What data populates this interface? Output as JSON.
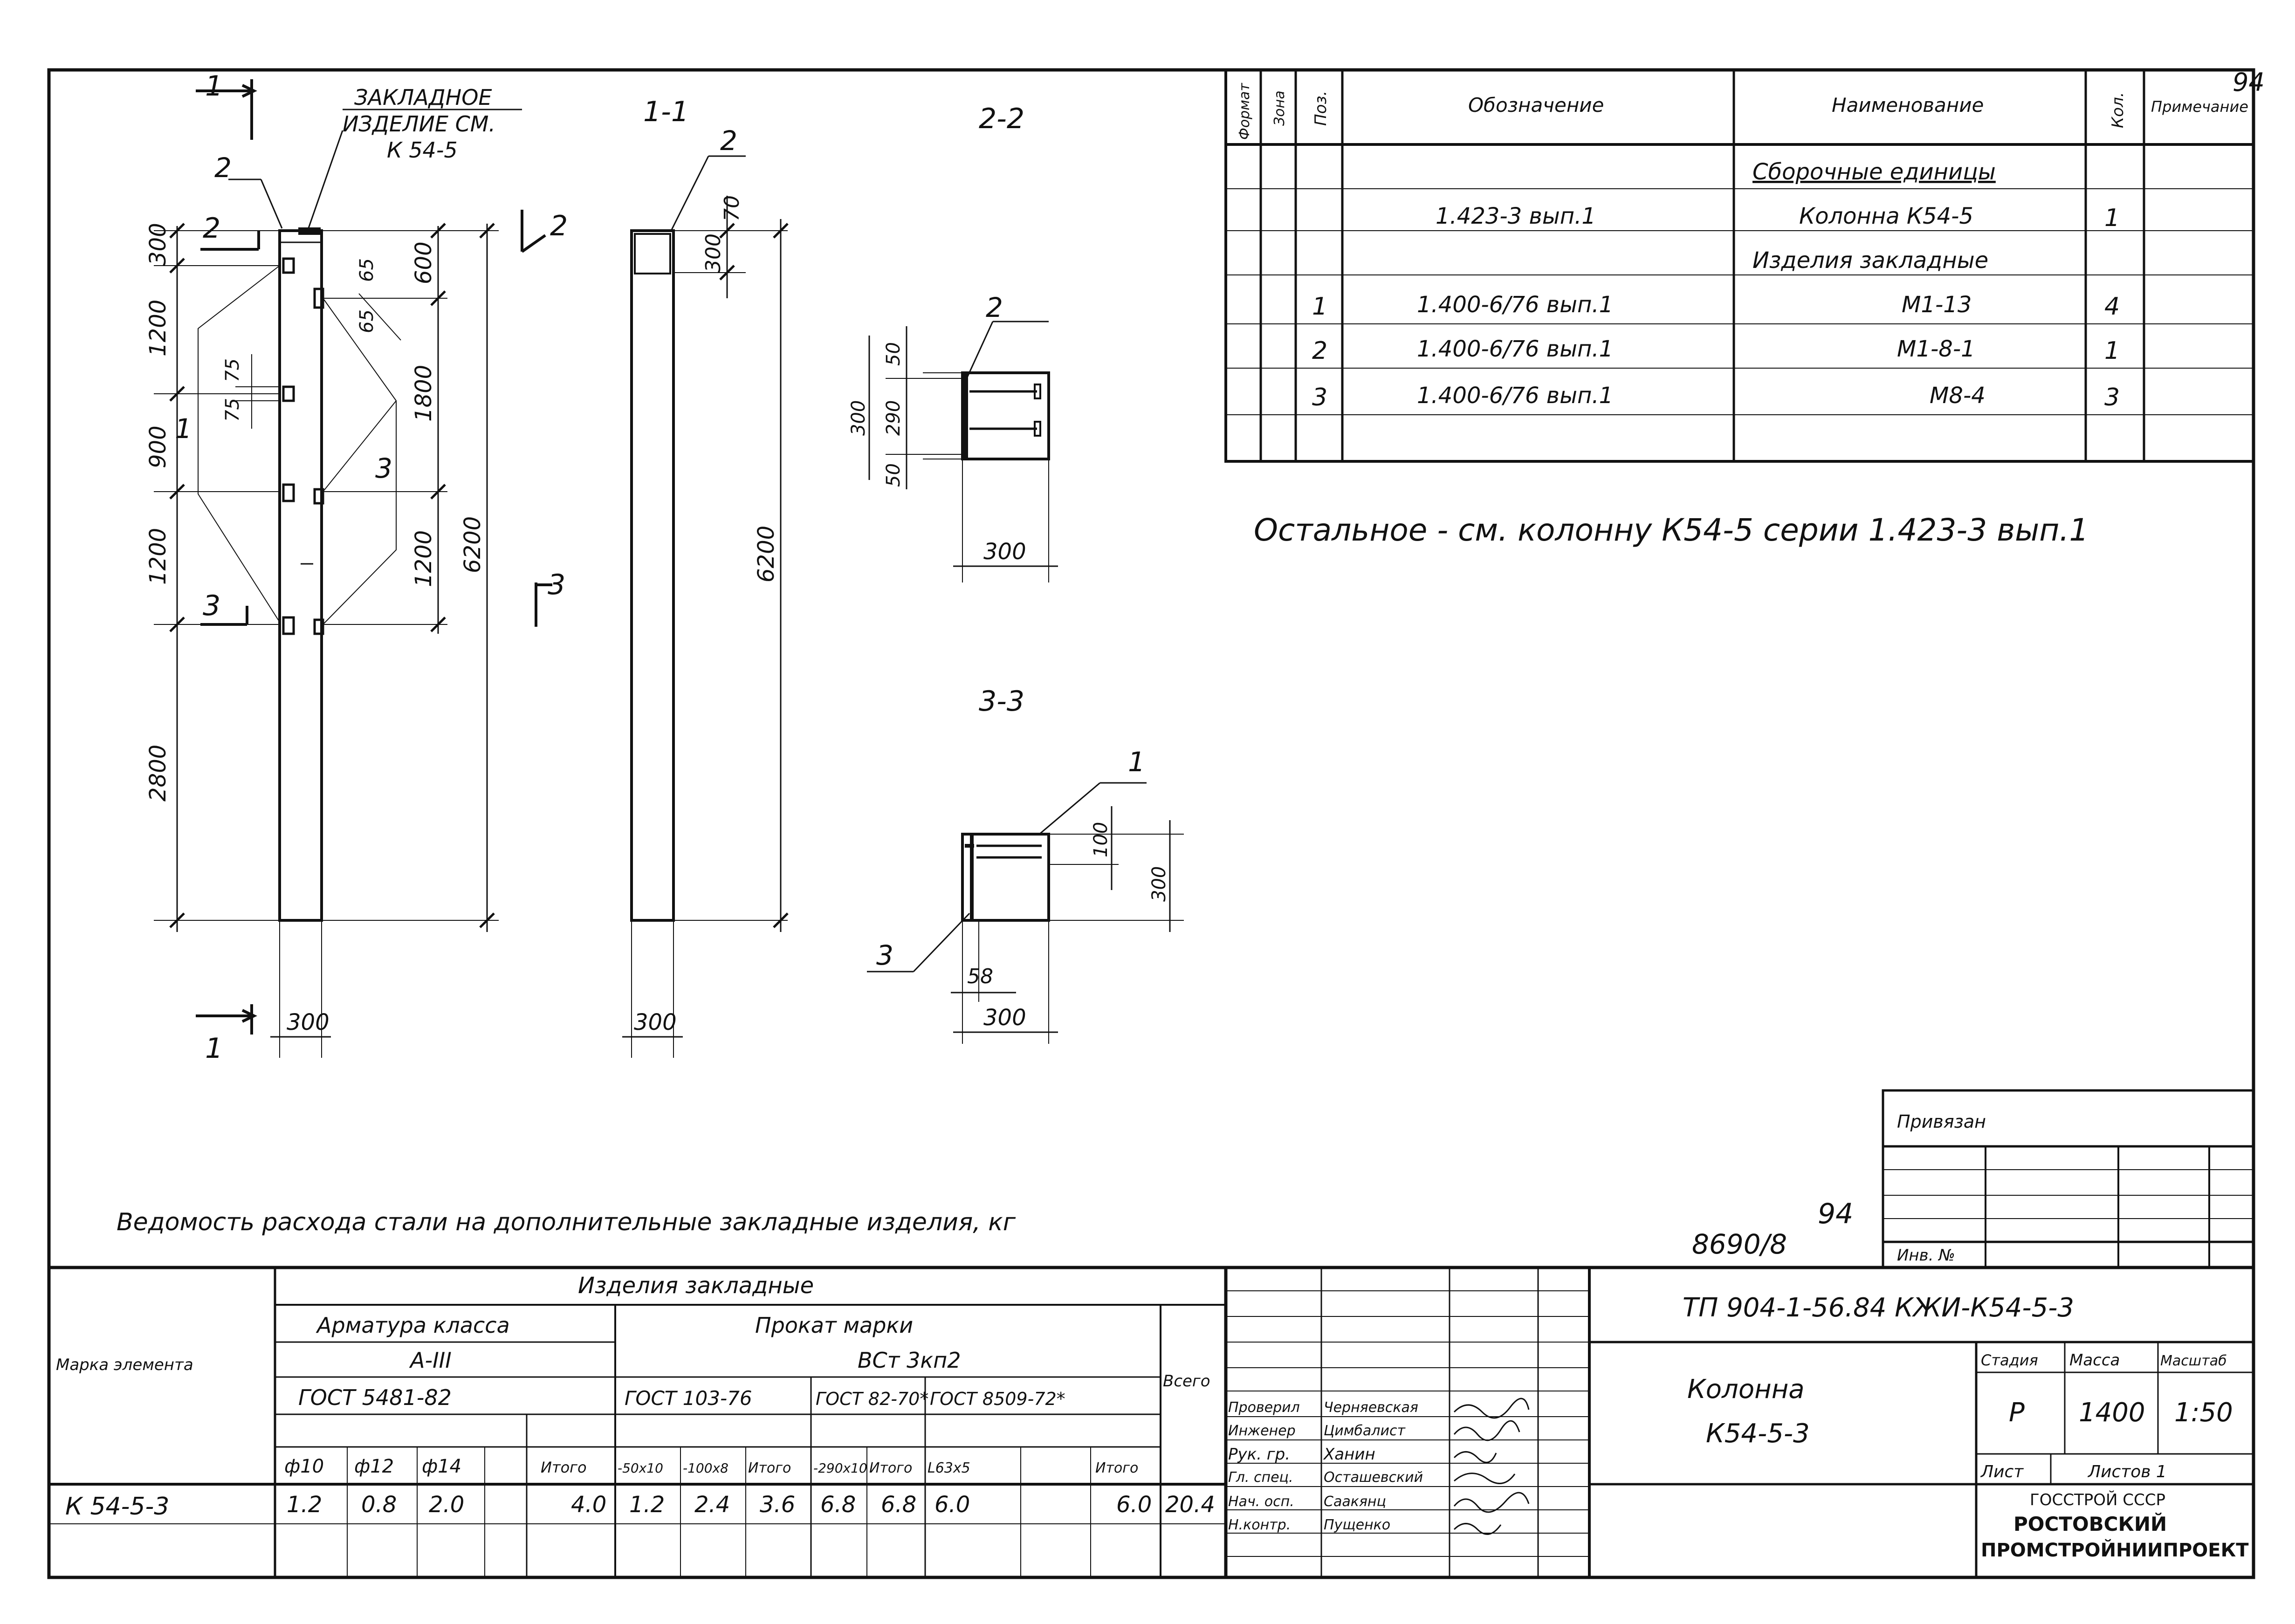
{
  "sheet_number": "94",
  "note_rest": "Остальное - см. колонну К54-5 серии 1.423-3 вып.1",
  "views": {
    "elevation": {
      "cut_1_top": "1",
      "cut_1_bottom": "1",
      "cut_2": "2",
      "cut_3": "3",
      "callout_embed": [
        "ЗАКЛАДНОЕ",
        "ИЗДЕЛИЕ  СМ.",
        "К 54-5"
      ],
      "pos_2": "2",
      "pos_1": "1",
      "pos_3": "3",
      "dims_left": [
        "300",
        "1200",
        "900",
        "1200",
        "2800"
      ],
      "dim_75a": "75",
      "dim_75b": "75",
      "dims_right": [
        "600",
        "1800",
        "1200"
      ],
      "dim_65a": "65",
      "dim_65b": "65",
      "dim_total": "6200",
      "width": "300"
    },
    "section_1_1": {
      "title": "1-1",
      "pos": "2",
      "dim_70": "70",
      "dim_300": "300",
      "dim_6200": "6200",
      "width": "300"
    },
    "section_2_2": {
      "title": "2-2",
      "pos": "2",
      "dim_50a": "50",
      "dim_290": "290",
      "dim_300": "300",
      "dim_50b": "50",
      "width": "300"
    },
    "section_3_3": {
      "title": "3-3",
      "pos_1": "1",
      "pos_3": "3",
      "dim_100": "100",
      "dim_300": "300",
      "dim_58": "58",
      "width": "300"
    }
  },
  "spec_table": {
    "headers": [
      "Формат",
      "Зона",
      "Поз.",
      "Обозначение",
      "Наименование",
      "Кол.",
      "Примечание"
    ],
    "rows": [
      {
        "pos": "",
        "designation": "",
        "name": "Сборочные единицы",
        "qty": ""
      },
      {
        "pos": "",
        "designation": "1.423-3 вып.1",
        "name": "Колонна К54-5",
        "qty": "1"
      },
      {
        "pos": "",
        "designation": "",
        "name": "Изделия  закладные",
        "qty": ""
      },
      {
        "pos": "1",
        "designation": "1.400-6/76 вып.1",
        "name": "М1-13",
        "qty": "4"
      },
      {
        "pos": "2",
        "designation": "1.400-6/76 вып.1",
        "name": "М1-8-1",
        "qty": "1"
      },
      {
        "pos": "3",
        "designation": "1.400-6/76 вып.1",
        "name": "М8-4",
        "qty": "3"
      },
      {
        "pos": "",
        "designation": "",
        "name": "",
        "qty": ""
      }
    ]
  },
  "steel_table": {
    "title": "Ведомость расхода стали на дополнительные закладные изделия, кг",
    "col_mark": "Марка элемента",
    "group": "Изделия закладные",
    "rebar": "Арматура класса",
    "rebar_class": "А-III",
    "rebar_gost": "ГОСТ 5481-82",
    "rolled": "Прокат марки",
    "rolled_grade": "ВСт 3кп2",
    "gost_103": "ГОСТ 103-76",
    "gost_82": "ГОСТ 82-70*",
    "gost_8509": "ГОСТ 8509-72*",
    "total": "Всего",
    "subheads": [
      "ф10",
      "ф12",
      "ф14",
      "",
      "Итого",
      "-50х10",
      "-100х8",
      "Итого",
      "-290х10",
      "Итого",
      "L63х5",
      "",
      "Итого"
    ],
    "row_mark": "К 54-5-3",
    "row_values": [
      "1.2",
      "0.8",
      "2.0",
      "",
      "4.0",
      "1.2",
      "2.4",
      "3.6",
      "6.8",
      "6.8",
      "6.0",
      "",
      "6.0",
      "20.4"
    ]
  },
  "title_block": {
    "bound": "Привязан",
    "inv_no": "Инв. №",
    "archive_no": "8690/8",
    "archive_sheet": "94",
    "code": "ТП 904-1-56.84 КЖИ-К54-5-3",
    "name": [
      "Колонна",
      "К54-5-3"
    ],
    "stage_label": "Стадия",
    "mass_label": "Масса",
    "scale_label": "Масштаб",
    "stage": "Р",
    "mass": "1400",
    "scale": "1:50",
    "sheet_label": "Лист",
    "sheets_label": "Листов 1",
    "org": [
      "ГОССТРОЙ СССР",
      "РОСТОВСКИЙ",
      "ПРОМСТРОЙНИИПРОЕКТ"
    ],
    "signatures": [
      {
        "role": "Проверил",
        "name": "Черняевская"
      },
      {
        "role": "Инженер",
        "name": "Цимбалист"
      },
      {
        "role": "Рук. гр.",
        "name": "Ханин"
      },
      {
        "role": "Гл. спец.",
        "name": "Осташевский"
      },
      {
        "role": "Нач. осп.",
        "name": "Саакянц"
      },
      {
        "role": "Н.контр.",
        "name": "Пущенко"
      }
    ]
  }
}
